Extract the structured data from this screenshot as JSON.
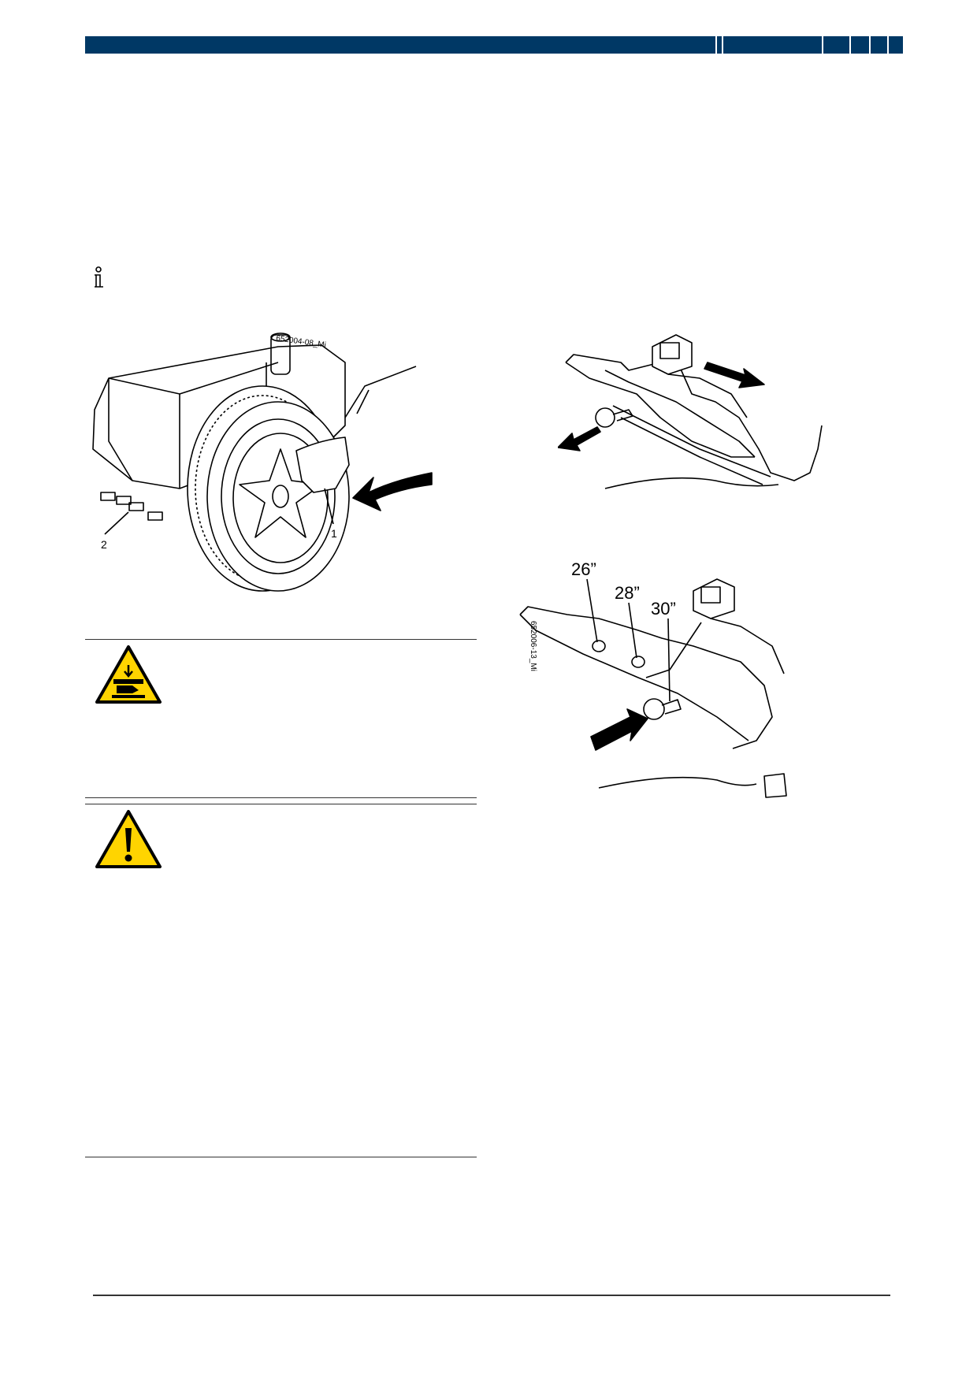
{
  "header": {
    "brand_color": "#003865"
  },
  "info_note": {
    "icon": "info-icon"
  },
  "figure_left": {
    "code": "652004-08_Mi",
    "callouts": [
      "1",
      "2"
    ]
  },
  "figure_right": {
    "code": "652006-13_Mi",
    "sizes": [
      "26”",
      "28”",
      "30”"
    ]
  },
  "warnings": [
    {
      "icon": "hand-crush-warning-icon",
      "color": "#ffd400"
    },
    {
      "icon": "exclamation-warning-icon",
      "color": "#ffd400"
    }
  ]
}
